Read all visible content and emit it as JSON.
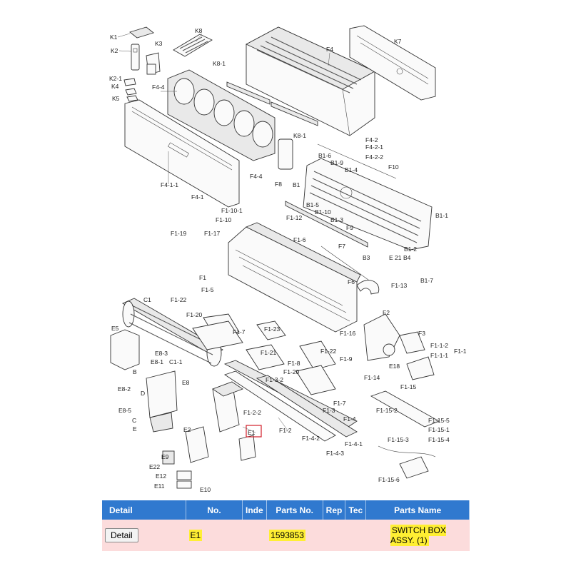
{
  "diagram": {
    "labels": {
      "K1": "K1",
      "K2": "K2",
      "K3": "K3",
      "K8": "K8",
      "K2_1": "K2-1",
      "K4": "K4",
      "K5": "K5",
      "F4_4a": "F4-4",
      "K8_1a": "K8-1",
      "K8_1b": "K8-1",
      "F4": "F4",
      "K7": "K7",
      "F4_2": "F4-2",
      "F4_2_1": "F4-2-1",
      "F4_2_2": "F4-2-2",
      "B1_6": "B1-6",
      "B1_9": "B1-9",
      "B1_4": "B1-4",
      "F10": "F10",
      "F4_4b": "F4-4",
      "F8": "F8",
      "B1": "B1",
      "F4_1_1": "F4-1-1",
      "F4_1": "F4-1",
      "B1_5": "B1-5",
      "B1_10": "B1-10",
      "B1_3": "B1-3",
      "F9": "F9",
      "B1_1": "B1-1",
      "F1_10_1": "F1-10-1",
      "F1_10": "F1-10",
      "F1_12": "F1-12",
      "F1_6": "F1-6",
      "F7": "F7",
      "B3": "B3",
      "E21": "E 21",
      "B4": "B4",
      "B1_2": "B1-2",
      "F1_19": "F1-19",
      "F1_17": "F1-17",
      "F1": "F1",
      "F1_5": "F1-5",
      "F6": "F6",
      "F1_13": "F1-13",
      "B1_7": "B1-7",
      "C1": "C1",
      "F1_22a": "F1-22",
      "F1_20a": "F1-20",
      "F1_7a": "F1-7",
      "F1_23": "F1-23",
      "F2": "F2",
      "E5": "E5",
      "F1_16": "F1-16",
      "F3": "F3",
      "F1_1_2": "F1-1-2",
      "F1_1_1": "F1-1-1",
      "F1_1": "F1-1",
      "E8_3": "E8-3",
      "E8_1": "E8-1",
      "C1_1": "C1-1",
      "F1_21": "F1-21",
      "F1_22b": "F1-22",
      "F1_9": "F1-9",
      "E18": "E18",
      "F1_8": "F1-8",
      "F1_20b": "F1-20",
      "F1_3_2": "F1-3-2",
      "F1_14": "F1-14",
      "F1_15": "F1-15",
      "E8": "E8",
      "E8_2": "E8-2",
      "E8_5": "E8-5",
      "F1_7b": "F1-7",
      "F1_2_2": "F1-2-2",
      "F1_3": "F1-3",
      "F1_4": "F1-4",
      "F1_15_2": "F1-15-2",
      "F1_15_5": "F1-15-5",
      "F1_15_1": "F1-15-1",
      "F1_15_3": "F1-15-3",
      "F1_15_4": "F1-15-4",
      "E2": "E2",
      "E1": "E1",
      "F1_2": "F1-2",
      "F1_4_2": "F1-4-2",
      "F1_4_1": "F1-4-1",
      "F1_4_3": "F1-4-3",
      "E9": "E9",
      "E22": "E22",
      "E12": "E12",
      "E11": "E11",
      "E10": "E10",
      "F1_15_6": "F1-15-6",
      "B": "B",
      "D": "D",
      "C": "C",
      "E": "E"
    }
  },
  "table": {
    "headers": {
      "detail": "Detail",
      "no": "No.",
      "index": "Inde",
      "parts_no": "Parts No.",
      "rep": "Rep",
      "tec": "Tec",
      "parts_name": "Parts Name"
    },
    "rows": [
      {
        "button_label": "Detail",
        "no": "E1",
        "index": "",
        "parts_no": "1593853",
        "rep": "",
        "tec": "",
        "parts_name": "SWITCH BOX ASSY. (1)"
      }
    ]
  },
  "colors": {
    "header_bg": "#3079cf",
    "row_bg": "#fcdcdc",
    "highlight": "#ffef33",
    "selection_box": "#d21f2a"
  }
}
